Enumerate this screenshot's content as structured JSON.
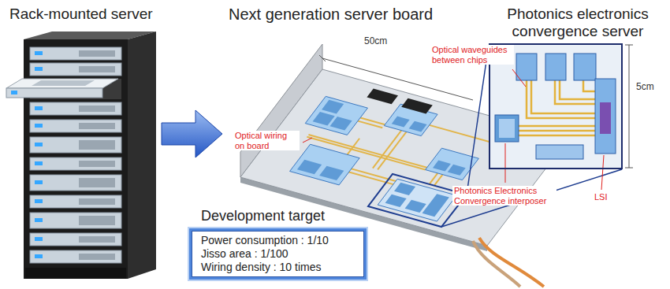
{
  "diagram": {
    "nodes": [
      {
        "text": [
          "Photonics electronics convergence server"
        ]
      },
      {
        "text": [
          "Development target",
          "Power consumption : 1/10",
          "Jisso area : 1/100",
          "Wiring density : 10 times"
        ]
      }
    ],
    "labels": [
      "Rack-mounted server",
      "Next generation server board",
      "50cm",
      "Optical waveguides between chips",
      "5cm",
      "Optical wiring on board",
      "Photonics Electronics Convergence interposer",
      "LSI"
    ]
  }
}
